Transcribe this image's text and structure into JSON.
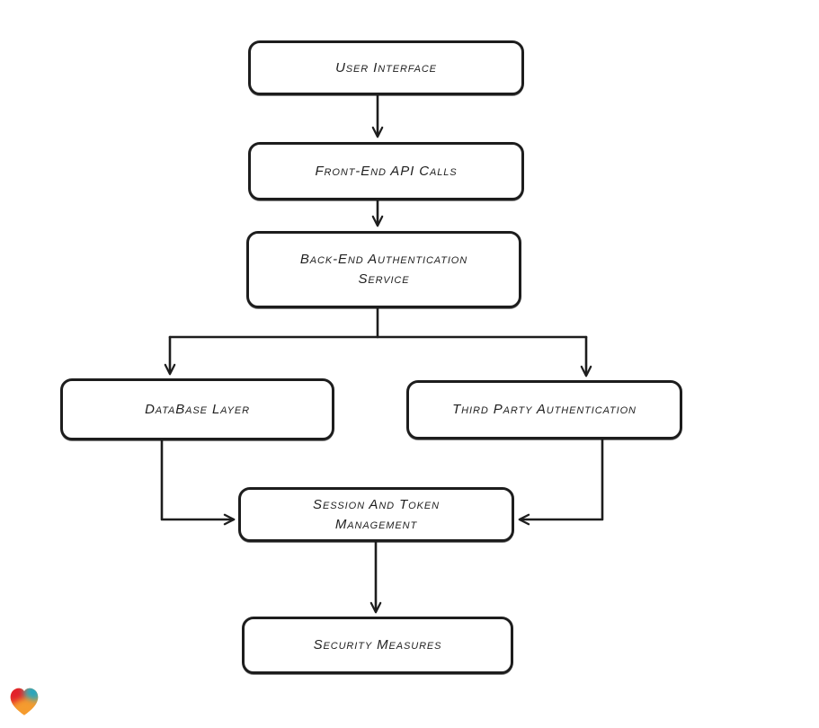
{
  "diagram": {
    "background_color": "#ffffff",
    "stroke_color": "#1d1d1d",
    "text_color": "#1f1f1f",
    "nodes": [
      {
        "id": "user-interface",
        "label": "User Interface"
      },
      {
        "id": "front-end-api-calls",
        "label": "Front-End API Calls"
      },
      {
        "id": "back-end-auth-service",
        "label": "Back-End Authentication\nService"
      },
      {
        "id": "database-layer",
        "label": "DataBase Layer"
      },
      {
        "id": "third-party-auth",
        "label": "Third Party Authentication"
      },
      {
        "id": "session-token-management",
        "label": "Session And Token\nManagement"
      },
      {
        "id": "security-measures",
        "label": "Security Measures"
      }
    ],
    "edges": [
      {
        "from": "user-interface",
        "to": "front-end-api-calls"
      },
      {
        "from": "front-end-api-calls",
        "to": "back-end-auth-service"
      },
      {
        "from": "back-end-auth-service",
        "to": "database-layer"
      },
      {
        "from": "back-end-auth-service",
        "to": "third-party-auth"
      },
      {
        "from": "database-layer",
        "to": "session-token-management"
      },
      {
        "from": "third-party-auth",
        "to": "session-token-management"
      },
      {
        "from": "session-token-management",
        "to": "security-measures"
      }
    ]
  },
  "branding": {
    "logo": "heart-gradient-icon",
    "logo_colors": {
      "base_orange": "#f59b2d",
      "red": "#e2242b",
      "teal": "#27a6c0",
      "orange": "#f59b2d"
    }
  }
}
